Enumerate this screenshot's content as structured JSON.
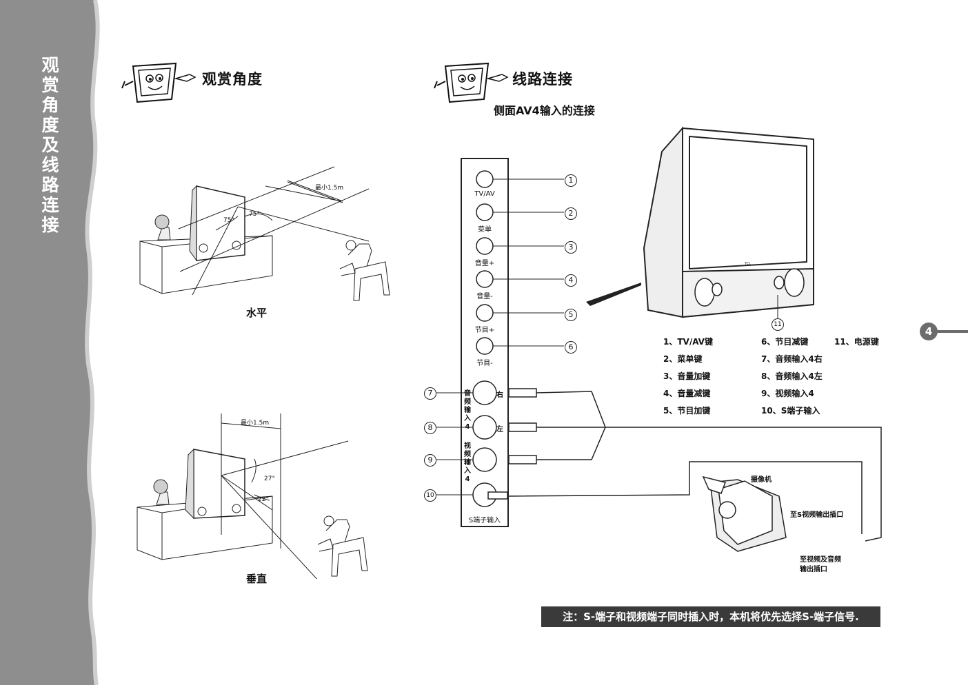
{
  "sidebar": {
    "title": "观赏角度及线路连接"
  },
  "page_number": "4",
  "viewing": {
    "title": "观赏角度",
    "horizontal": {
      "caption": "水平",
      "distance": "最小1.5m",
      "angle_left": "75°",
      "angle_right": "75°"
    },
    "vertical": {
      "caption": "垂直",
      "distance": "最小1.5m",
      "angle_up": "27°",
      "angle_down": "22°"
    }
  },
  "connection": {
    "title": "线路连接",
    "subtitle": "侧面AV4输入的连接",
    "panel": {
      "buttons": [
        "TV/AV",
        "菜单",
        "音量+",
        "音量-",
        "节目+",
        "节目-"
      ],
      "jack_right": "右",
      "jack_left": "左",
      "audio_label": "音频输入4",
      "video_label": "视频输入4",
      "svideo_label": "S端子输入"
    },
    "numbers": [
      "1",
      "2",
      "3",
      "4",
      "5",
      "6",
      "7",
      "8",
      "9",
      "10",
      "11"
    ],
    "legend": [
      "1、TV/AV键",
      "2、菜单键",
      "3、音量加键",
      "4、音量减键",
      "5、节目加键",
      "6、节目减键",
      "7、音频输入4右",
      "8、音频输入4左",
      "9、视频输入4",
      "10、S端子输入",
      "11、电源键"
    ],
    "camcorder": {
      "label": "摄像机",
      "s_out": "至S视频输出插口",
      "av_out_1": "至视频及音频",
      "av_out_2": "输出插口"
    },
    "tv_brand": "TCL"
  },
  "note": "注：S-端子和视频端子同时插入时，本机将优先选择S-端子信号."
}
